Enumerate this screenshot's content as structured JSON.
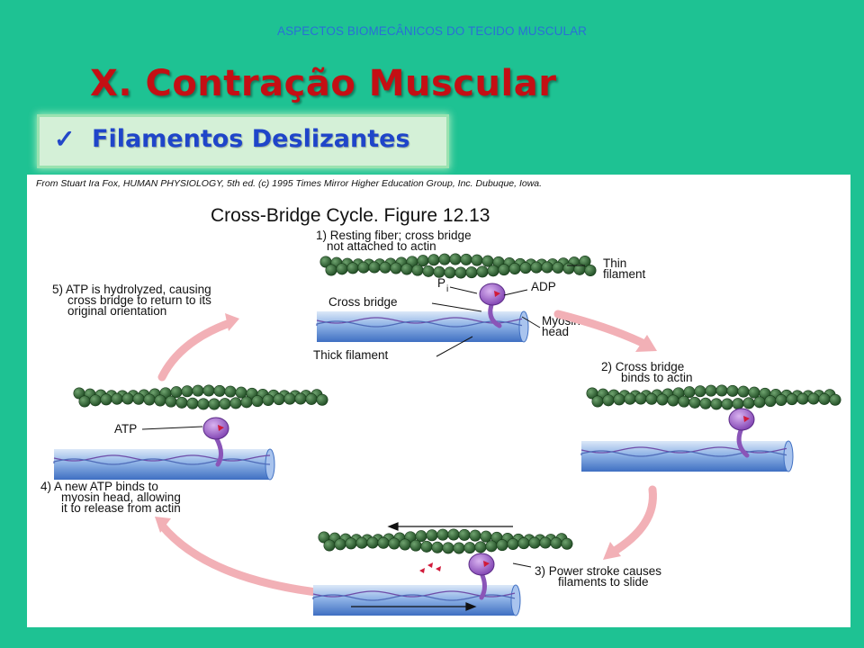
{
  "header": "ASPECTOS BIOMECÂNICOS DO TECIDO MUSCULAR",
  "title": "X. Contração Muscular",
  "bullet": {
    "check": "✓",
    "text": "Filamentos Deslizantes"
  },
  "figure": {
    "credit": "From Stuart Ira Fox, HUMAN PHYSIOLOGY, 5th ed. (c) 1995 Times Mirror Higher Education Group, Inc. Dubuque, Iowa.",
    "title": "Cross-Bridge Cycle.  Figure 12.13",
    "step1": [
      "1) Resting fiber; cross bridge",
      "not attached to actin"
    ],
    "thin": [
      "Thin",
      "filament"
    ],
    "pi": "P",
    "pi_sub": "i",
    "adp": "ADP",
    "cross_bridge": "Cross bridge",
    "myosin": [
      "Myosin",
      "head"
    ],
    "thick": "Thick filament",
    "step2": [
      "2) Cross bridge",
      "binds to actin"
    ],
    "step3": [
      "3) Power stroke causes",
      "filaments to slide"
    ],
    "step4": [
      "4) A new ATP binds to",
      "myosin head, allowing",
      "it to release from actin"
    ],
    "step5": [
      "5) ATP is hydrolyzed, causing",
      "cross bridge to return to its",
      "original orientation"
    ],
    "atp": "ATP"
  },
  "colors": {
    "background": "#1ec293",
    "title": "#c40f14",
    "bullet": "#1f45c9",
    "header": "#2a6fd6"
  }
}
